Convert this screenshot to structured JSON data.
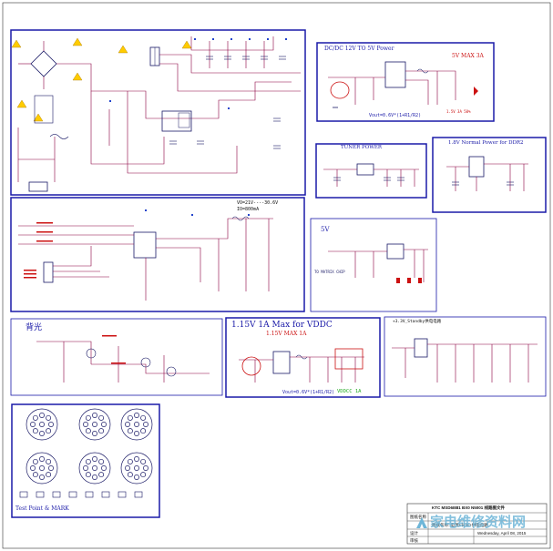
{
  "sections": {
    "power_supply": {
      "label": ""
    },
    "dcdc": {
      "title": "DC/DC  12V TO 5V Power",
      "rating": "5V   MAX 3A",
      "formula": "Vout=0.6V*(1+R1/R2)",
      "note": "1.5V 3A 50%"
    },
    "tuner": {
      "title": "TUNER POWER"
    },
    "ddr2": {
      "title": "1.8V Normal Power for DDR2"
    },
    "backlight_driver": {
      "vo_label": "VO=21V----30.6V",
      "io_label": "IO=800mA"
    },
    "five_v": {
      "title": "5V",
      "note": "TO MATRIX CHIP"
    },
    "backlight": {
      "title": "背光"
    },
    "vddc": {
      "title": "1.15V 1A Max for VDDC",
      "rating": "1.15V   MAX 1A",
      "formula": "Vout=0.6V*(1+R1/R2)",
      "note": "VDDCC 1A"
    },
    "standby": {
      "title": "+3.3V_Standby供电电路"
    },
    "testpoint": {
      "title": "Test Point & MARK"
    }
  },
  "title_block": {
    "company": "KTC MSD6I881 BX0 N5001 线路图文件",
    "rows": [
      "图纸名称",
      "图纸名称: 电源+背光+供电电路",
      "设计",
      "审核"
    ],
    "date": "Wednesday, April 08, 2015"
  },
  "watermark": {
    "text": "家电维修资料网"
  },
  "colors": {
    "frame": "#1a1aa8",
    "wire": "#8a0040",
    "component": "#1a1a66",
    "title_red": "#cc1111",
    "green": "#22aa22"
  }
}
